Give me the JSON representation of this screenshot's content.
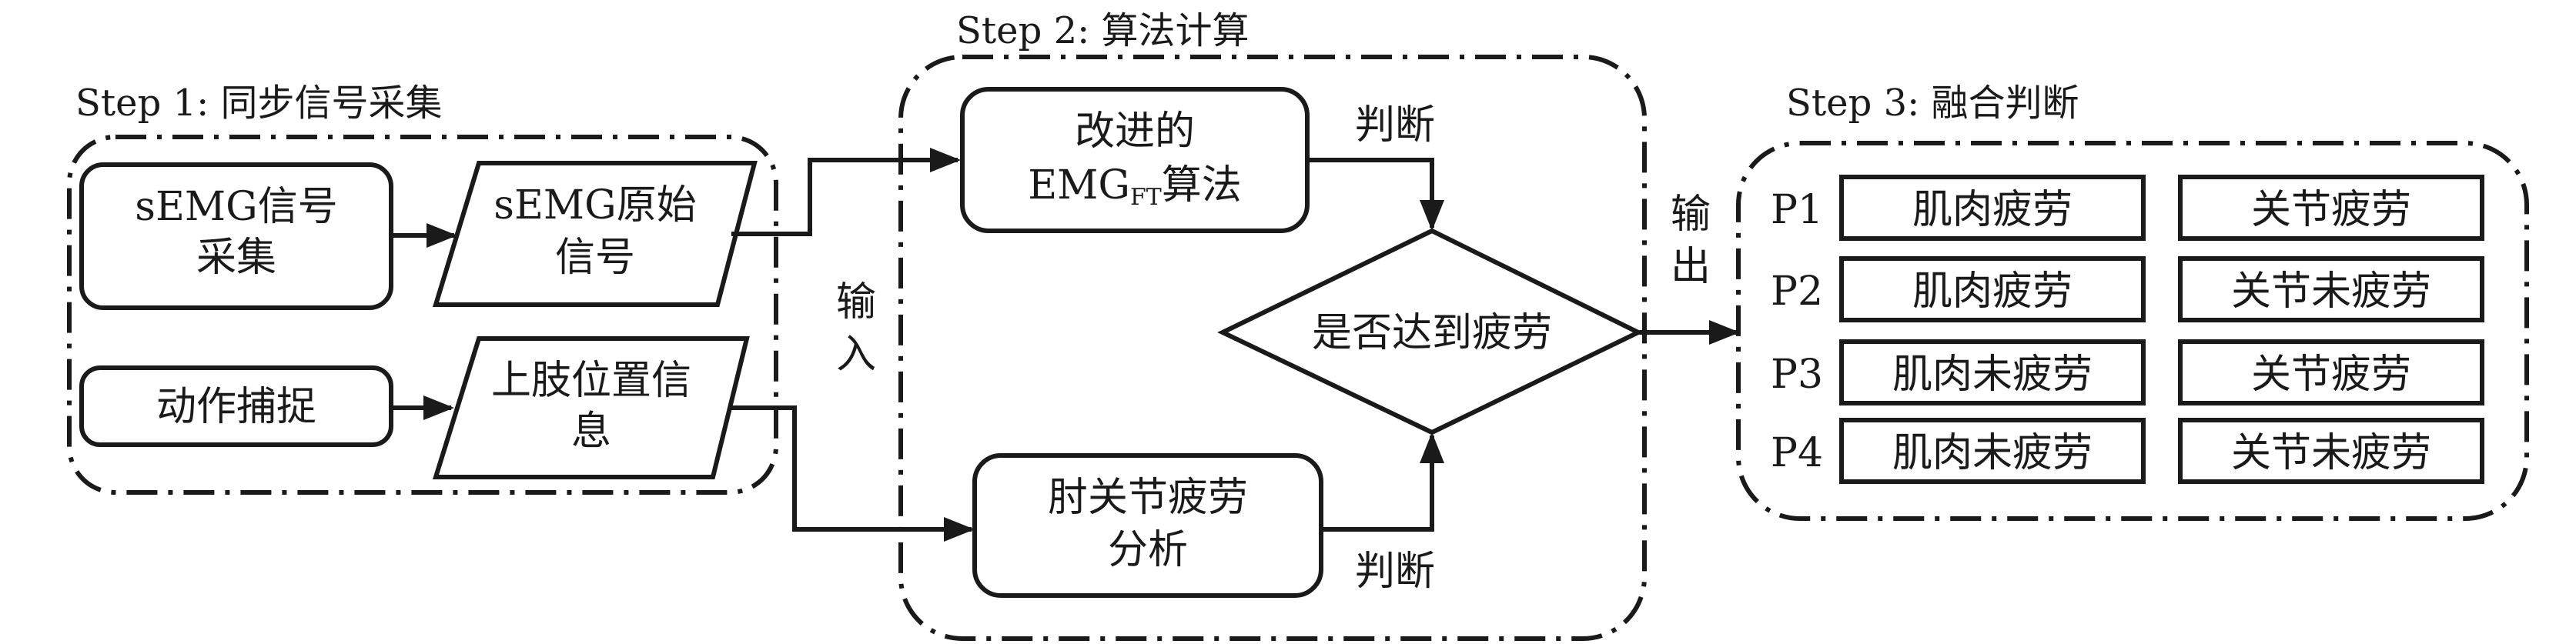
{
  "steps": {
    "step1": "Step 1: 同步信号采集",
    "step2": "Step 2: 算法计算",
    "step3": "Step 3: 融合判断"
  },
  "step1": {
    "semg_collect": [
      "sEMG信号",
      "采集"
    ],
    "semg_raw": [
      "sEMG原始",
      "信号"
    ],
    "motion_capture": "动作捕捉",
    "limb_position": [
      "上肢位置信",
      "息"
    ]
  },
  "input_label": [
    "输",
    "入"
  ],
  "output_label": [
    "输",
    "出"
  ],
  "step2": {
    "emg_algo_line1": "改进的",
    "emg_algo_emg": "EMG",
    "emg_algo_sub": "FT",
    "emg_algo_suffix": "算法",
    "elbow_analysis": [
      "肘关节疲劳",
      "分析"
    ],
    "decision": "是否达到疲劳",
    "judge_top": "判断",
    "judge_bottom": "判断"
  },
  "step3": {
    "rows": [
      {
        "label": "P1",
        "muscle": "肌肉疲劳",
        "joint": "关节疲劳"
      },
      {
        "label": "P2",
        "muscle": "肌肉疲劳",
        "joint": "关节未疲劳"
      },
      {
        "label": "P3",
        "muscle": "肌肉未疲劳",
        "joint": "关节疲劳"
      },
      {
        "label": "P4",
        "muscle": "肌肉未疲劳",
        "joint": "关节未疲劳"
      }
    ]
  }
}
